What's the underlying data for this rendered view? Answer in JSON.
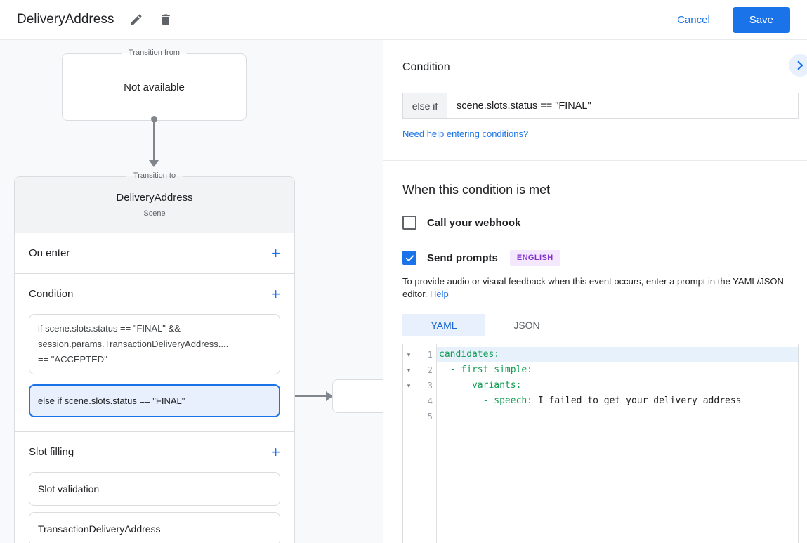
{
  "topbar": {
    "title": "DeliveryAddress",
    "cancel_label": "Cancel",
    "save_label": "Save"
  },
  "canvas": {
    "transition_from": {
      "label": "Transition from",
      "value": "Not available"
    },
    "card": {
      "legend": "Transition to",
      "title": "DeliveryAddress",
      "subtitle": "Scene",
      "on_enter_label": "On enter",
      "condition_label": "Condition",
      "condition_items": [
        {
          "lines": [
            "if scene.slots.status == \"FINAL\" &&",
            "session.params.TransactionDeliveryAddress....",
            "== \"ACCEPTED\""
          ]
        },
        {
          "text": "else if scene.slots.status == \"FINAL\"",
          "selected": true
        }
      ],
      "slot_filling_label": "Slot filling",
      "slot_items": [
        "Slot validation",
        "TransactionDeliveryAddress"
      ]
    }
  },
  "panel": {
    "heading": "Condition",
    "condition_input": {
      "prefix": "else if",
      "value": "scene.slots.status == \"FINAL\""
    },
    "help_link": "Need help entering conditions?",
    "subheading": "When this condition is met",
    "webhook": {
      "label": "Call your webhook",
      "checked": false
    },
    "prompts": {
      "label": "Send prompts",
      "checked": true,
      "badge": "ENGLISH"
    },
    "description": "To provide audio or visual feedback when this event occurs, enter a prompt in the YAML/JSON editor.",
    "description_link": "Help",
    "tabs": [
      {
        "label": "YAML",
        "active": true
      },
      {
        "label": "JSON",
        "active": false
      }
    ],
    "editor": {
      "active_line": 1,
      "lines": [
        {
          "number": 1,
          "fold": true,
          "tokens": [
            {
              "type": "key",
              "text": "candidates:"
            }
          ]
        },
        {
          "number": 2,
          "fold": true,
          "tokens": [
            {
              "type": "key",
              "text": "  - first_simple:"
            }
          ]
        },
        {
          "number": 3,
          "fold": true,
          "tokens": [
            {
              "type": "key",
              "text": "      variants:"
            }
          ]
        },
        {
          "number": 4,
          "fold": false,
          "tokens": [
            {
              "type": "key",
              "text": "        - speech:"
            },
            {
              "type": "plain",
              "text": " I failed to get your delivery address"
            }
          ]
        },
        {
          "number": 5,
          "fold": false,
          "tokens": []
        }
      ]
    }
  },
  "colors": {
    "accent_blue": "#1a73e8",
    "tab_active_text": "#1967d2",
    "selected_bg": "#e8f0fe",
    "badge_bg": "#f3e8fd",
    "badge_text": "#8430ce",
    "code_key_green": "#119e54",
    "active_line_bg": "#e7f1fb",
    "canvas_bg": "#f8f9fa",
    "header_bg": "#f1f3f4",
    "border_gray": "#dadce0",
    "connector_gray": "#80868b"
  }
}
